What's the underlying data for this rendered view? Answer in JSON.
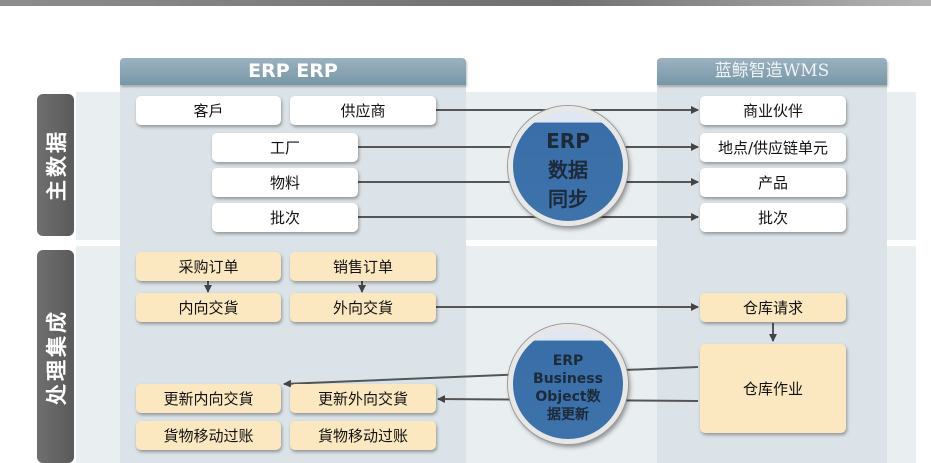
{
  "headers": {
    "erp": "ERP ERP",
    "wms": "蓝鲸智造WMS"
  },
  "sections": {
    "master_data": "主数据",
    "process_integration": "处理集成"
  },
  "master_data": {
    "erp_boxes": [
      "客戶",
      "供应商",
      "工厂",
      "物料",
      "批次"
    ],
    "wms_boxes": [
      "商业伙伴",
      "地点/供应链单元",
      "产品",
      "批次"
    ],
    "sync_circle": [
      "ERP",
      "数据",
      "同步"
    ]
  },
  "process": {
    "orders": [
      "采购订单",
      "销售订单"
    ],
    "deliveries": [
      "内向交貨",
      "外向交貨"
    ],
    "wms_request": "仓库请求",
    "wms_task": "仓库作业",
    "updates": [
      "更新内向交貨",
      "更新外向交貨"
    ],
    "movements": [
      "貨物移动过账",
      "貨物移动过账"
    ],
    "bo_circle": [
      "ERP",
      "Business",
      "Object数",
      "据更新"
    ]
  },
  "colors": {
    "band": "#e9eef1",
    "column": "#dbe3e8",
    "header": "#7f9bad",
    "yellow_box": "#fbe8c0",
    "circle_blue": "#3a6ea8",
    "side_label": "#636363"
  }
}
